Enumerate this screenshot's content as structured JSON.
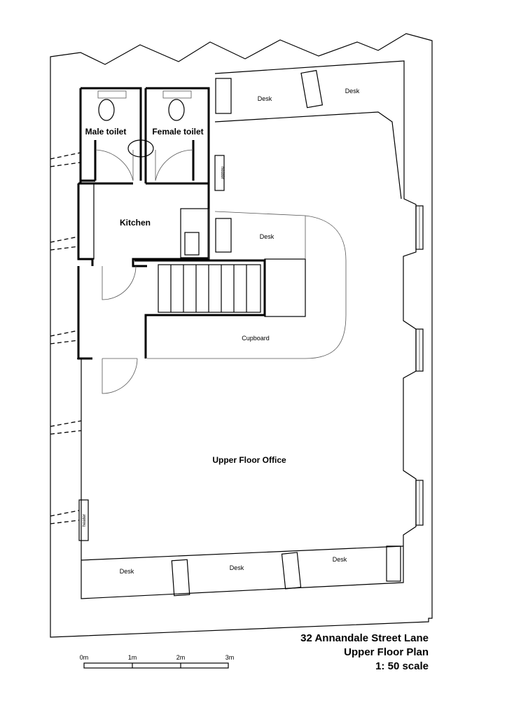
{
  "rooms": {
    "male_toilet": "Male toilet",
    "female_toilet": "Female toilet",
    "kitchen": "Kitchen",
    "office": "Upper Floor Office"
  },
  "furniture": {
    "desk": "Desk",
    "cupboard": "Cupboard",
    "heater": "heater"
  },
  "title_block": {
    "address": "32 Annandale Street Lane",
    "plan_name": "Upper Floor Plan",
    "scale": "1: 50 scale"
  },
  "scale_bar": {
    "labels": [
      "0m",
      "1m",
      "2m",
      "3m"
    ]
  }
}
